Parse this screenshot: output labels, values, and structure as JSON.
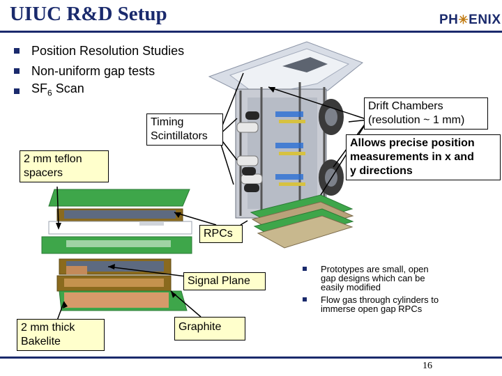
{
  "slide": {
    "title": "UIUC R&D Setup",
    "logo": {
      "left": "PH",
      "right": "ENIX",
      "mark_icon": "phoenix-logo-icon"
    },
    "bullets": [
      {
        "text": "Position Resolution Studies"
      },
      {
        "text": "Non-uniform gap tests"
      },
      {
        "text_pre": "SF",
        "text_sub": "6",
        "text_post": " Scan"
      }
    ],
    "callouts": {
      "timing": "Timing\nScintillators",
      "teflon": "2 mm teflon\nspacers",
      "drift": "Drift Chambers\n(resolution ~ 1 mm)",
      "allows": "Allows precise position\nmeasurements in x and\ny directions",
      "rpcs": "RPCs",
      "signal": "Signal Plane",
      "graphite": "Graphite",
      "bakelite": "2 mm thick\nBakelite"
    },
    "right_bullets": [
      "Prototypes are small, open gap designs which can be easily modified",
      "Flow gas through cylinders to immerse open gap RPCs"
    ],
    "page_number": "16",
    "colors": {
      "title": "#1a2a6c",
      "callout_bg": "#ffffcc",
      "green_board": "#3ea64a",
      "bakelite_brown": "#8a6a1e"
    }
  }
}
